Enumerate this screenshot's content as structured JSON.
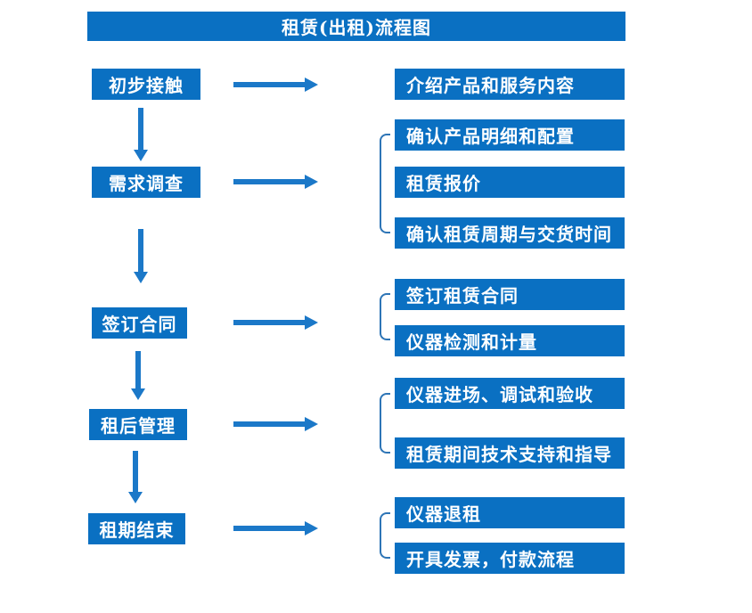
{
  "title": "租赁(出租)流程图",
  "colors": {
    "box_blue": "#0a70c2",
    "arrow_blue": "#1b78c8",
    "bracket_blue": "#2e75b6",
    "text_white": "#ffffff"
  },
  "steps": [
    {
      "label": "初步接触",
      "details": [
        "介绍产品和服务内容"
      ]
    },
    {
      "label": "需求调查",
      "details": [
        "确认产品明细和配置",
        "租赁报价",
        "确认租赁周期与交货时间"
      ]
    },
    {
      "label": "签订合同",
      "details": [
        "签订租赁合同",
        "仪器检测和计量"
      ]
    },
    {
      "label": "租后管理",
      "details": [
        "仪器进场、调试和验收",
        "租赁期间技术支持和指导"
      ]
    },
    {
      "label": "租期结束",
      "details": [
        "仪器退租",
        "开具发票，付款流程"
      ]
    }
  ]
}
